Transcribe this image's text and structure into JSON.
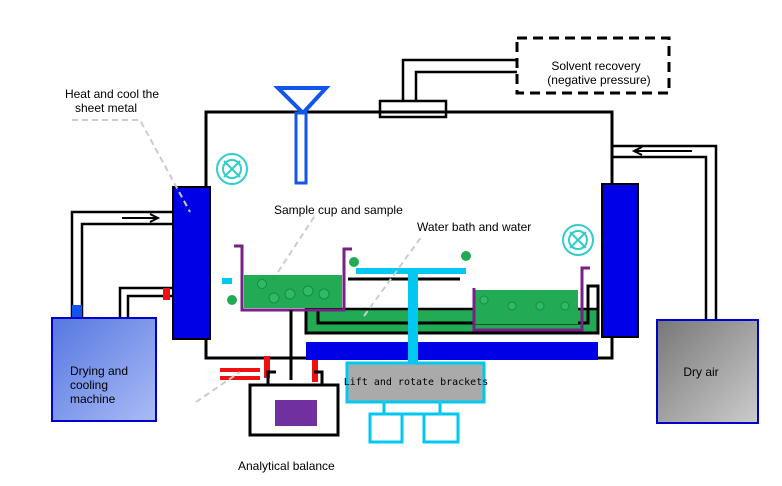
{
  "labels": {
    "solvent_recovery_line1": "Solvent recovery",
    "solvent_recovery_line2": "(negative pressure)",
    "heat_cool_line1": "Heat and cool the",
    "heat_cool_line2": "sheet metal",
    "sample_cup": "Sample cup and sample",
    "water_bath": "Water bath and water",
    "lift_rotate": "Lift and rotate brackets",
    "dry_air": "Dry air",
    "drying_line1": "Drying and",
    "drying_line2": "cooling",
    "drying_line3": "machine",
    "balance": "Analytical balance"
  },
  "colors": {
    "blue_panel": "#0000e6",
    "green_water": "#22aa55",
    "cup_purple": "#7a1f86",
    "pipe_cyan": "#00c8f0",
    "fan_cyan": "#33cccc",
    "red_connector": "#ee1111",
    "drying_box_fill": "#7799ee",
    "dry_air_fill": "#999999",
    "balance_fill": "#7030a0",
    "lift_fill": "#aaaaaa"
  },
  "icons": [
    "fan-icon-left",
    "fan-icon-right",
    "funnel-icon",
    "arrow-right-icon",
    "arrow-left-icon"
  ]
}
